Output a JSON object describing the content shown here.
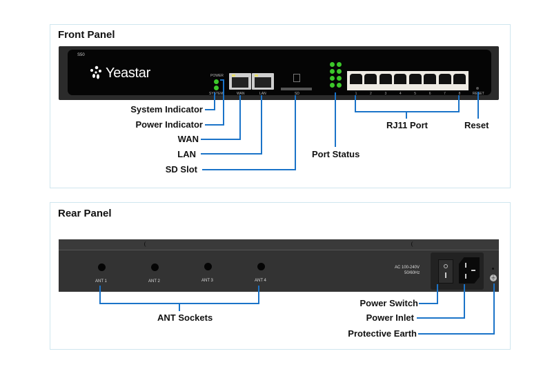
{
  "front_panel": {
    "title": "Front Panel",
    "device": {
      "model": "S50",
      "brand": "Yeastar",
      "led_labels": {
        "power": "POWER",
        "system": "SYSTEM"
      },
      "port_labels": {
        "wan": "WAN",
        "lan": "LAN",
        "sd": "SD",
        "reset": "RESET"
      },
      "rj11_numbers": [
        "1",
        "2",
        "3",
        "4",
        "5",
        "6",
        "7",
        "8"
      ],
      "led_color": "#3cc82a",
      "port_status_led_rows": 4,
      "port_status_led_cols": 2
    },
    "callouts": {
      "system_indicator": "System Indicator",
      "power_indicator": "Power Indicator",
      "wan": "WAN",
      "lan": "LAN",
      "sd_slot": "SD Slot",
      "port_status": "Port Status",
      "rj11_port": "RJ11 Port",
      "reset": "Reset"
    }
  },
  "rear_panel": {
    "title": "Rear Panel",
    "device": {
      "antennas": [
        "ANT 1",
        "ANT 2",
        "ANT 3",
        "ANT 4"
      ],
      "power_rating_line1": "AC 100-240V",
      "power_rating_line2": "50/60Hz"
    },
    "callouts": {
      "ant_sockets": "ANT Sockets",
      "power_switch": "Power Switch",
      "power_inlet": "Power Inlet",
      "protective_earth": "Protective Earth"
    }
  },
  "colors": {
    "callout_line": "#1a73c8",
    "device_body": "#2b2b2b",
    "device_face": "#050505",
    "box_border": "#cfe6ef"
  }
}
